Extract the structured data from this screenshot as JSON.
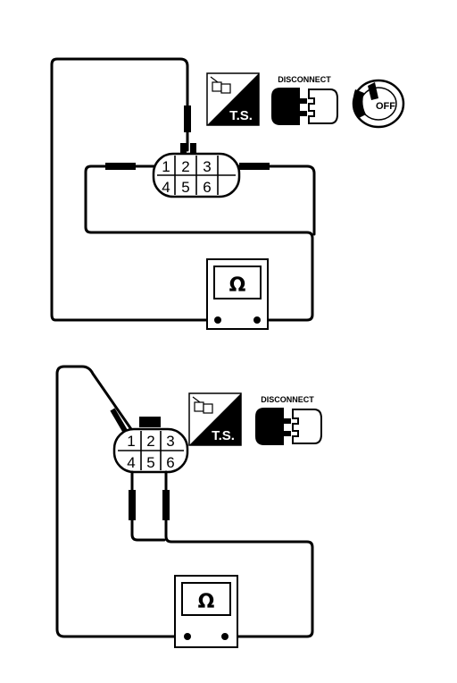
{
  "diagram1": {
    "pins_top": [
      "1",
      "2",
      "3"
    ],
    "pins_bottom": [
      "4",
      "5",
      "6"
    ],
    "ts_label": "T.S.",
    "disconnect_label": "DISCONNECT",
    "ignition_label": "OFF",
    "meter_symbol": "Ω"
  },
  "diagram2": {
    "pins_top": [
      "1",
      "2",
      "3"
    ],
    "pins_bottom": [
      "4",
      "5",
      "6"
    ],
    "ts_label": "T.S.",
    "disconnect_label": "DISCONNECT",
    "meter_symbol": "Ω"
  },
  "icons": [
    "trouble-shooting-icon",
    "disconnect-connector-icon",
    "ignition-key-off-icon",
    "ohmmeter-icon"
  ]
}
